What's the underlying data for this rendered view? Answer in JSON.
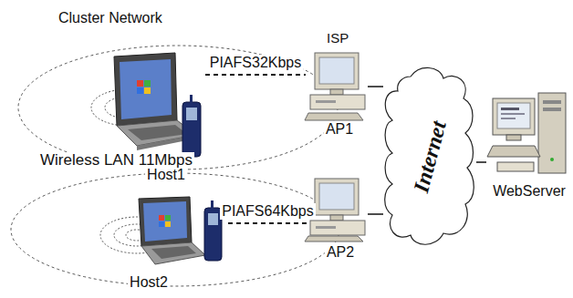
{
  "diagram": {
    "nodes": [
      {
        "text": [
          "Host1"
        ]
      },
      {
        "text": [
          "Host2"
        ]
      },
      {
        "text": [
          "AP1"
        ]
      },
      {
        "text": [
          "AP2"
        ]
      },
      {
        "text": [
          "Internet"
        ]
      },
      {
        "text": [
          "WebServer"
        ]
      }
    ],
    "edges": [
      {
        "from": 0,
        "to": 2,
        "label": "PIAFS32Kbps",
        "arrow": "none"
      },
      {
        "from": 1,
        "to": 3,
        "label": "PIAFS64Kbps",
        "arrow": "none"
      },
      {
        "from": 2,
        "to": 4,
        "arrow": "none"
      },
      {
        "from": 3,
        "to": 4,
        "arrow": "none"
      },
      {
        "from": 4,
        "to": 5,
        "arrow": "none"
      }
    ],
    "labels": [
      "Cluster Network",
      "Wireless LAN 11Mbps",
      "ISP"
    ]
  }
}
